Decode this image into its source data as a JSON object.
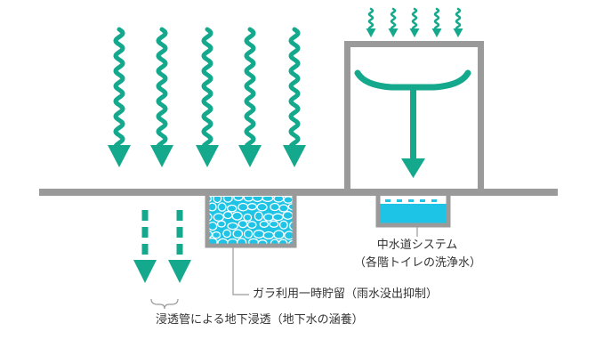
{
  "colors": {
    "teal": "#14a98c",
    "gray": "#9a9a9a",
    "water": "#1ec4e6",
    "text": "#333333"
  },
  "icons": [
    "rain-wavy-arrow",
    "dashed-down-arrow",
    "t-shaped-rain-collector",
    "brace-icon"
  ],
  "labels": {
    "greywater_line1": "中水道システム",
    "greywater_line2": "（各階トイレの洗浄水）",
    "gravel": "ガラ利用一時貯留（雨水没出抑制）",
    "infiltration": "浸透管による地下浸透（地下水の涵養）"
  }
}
